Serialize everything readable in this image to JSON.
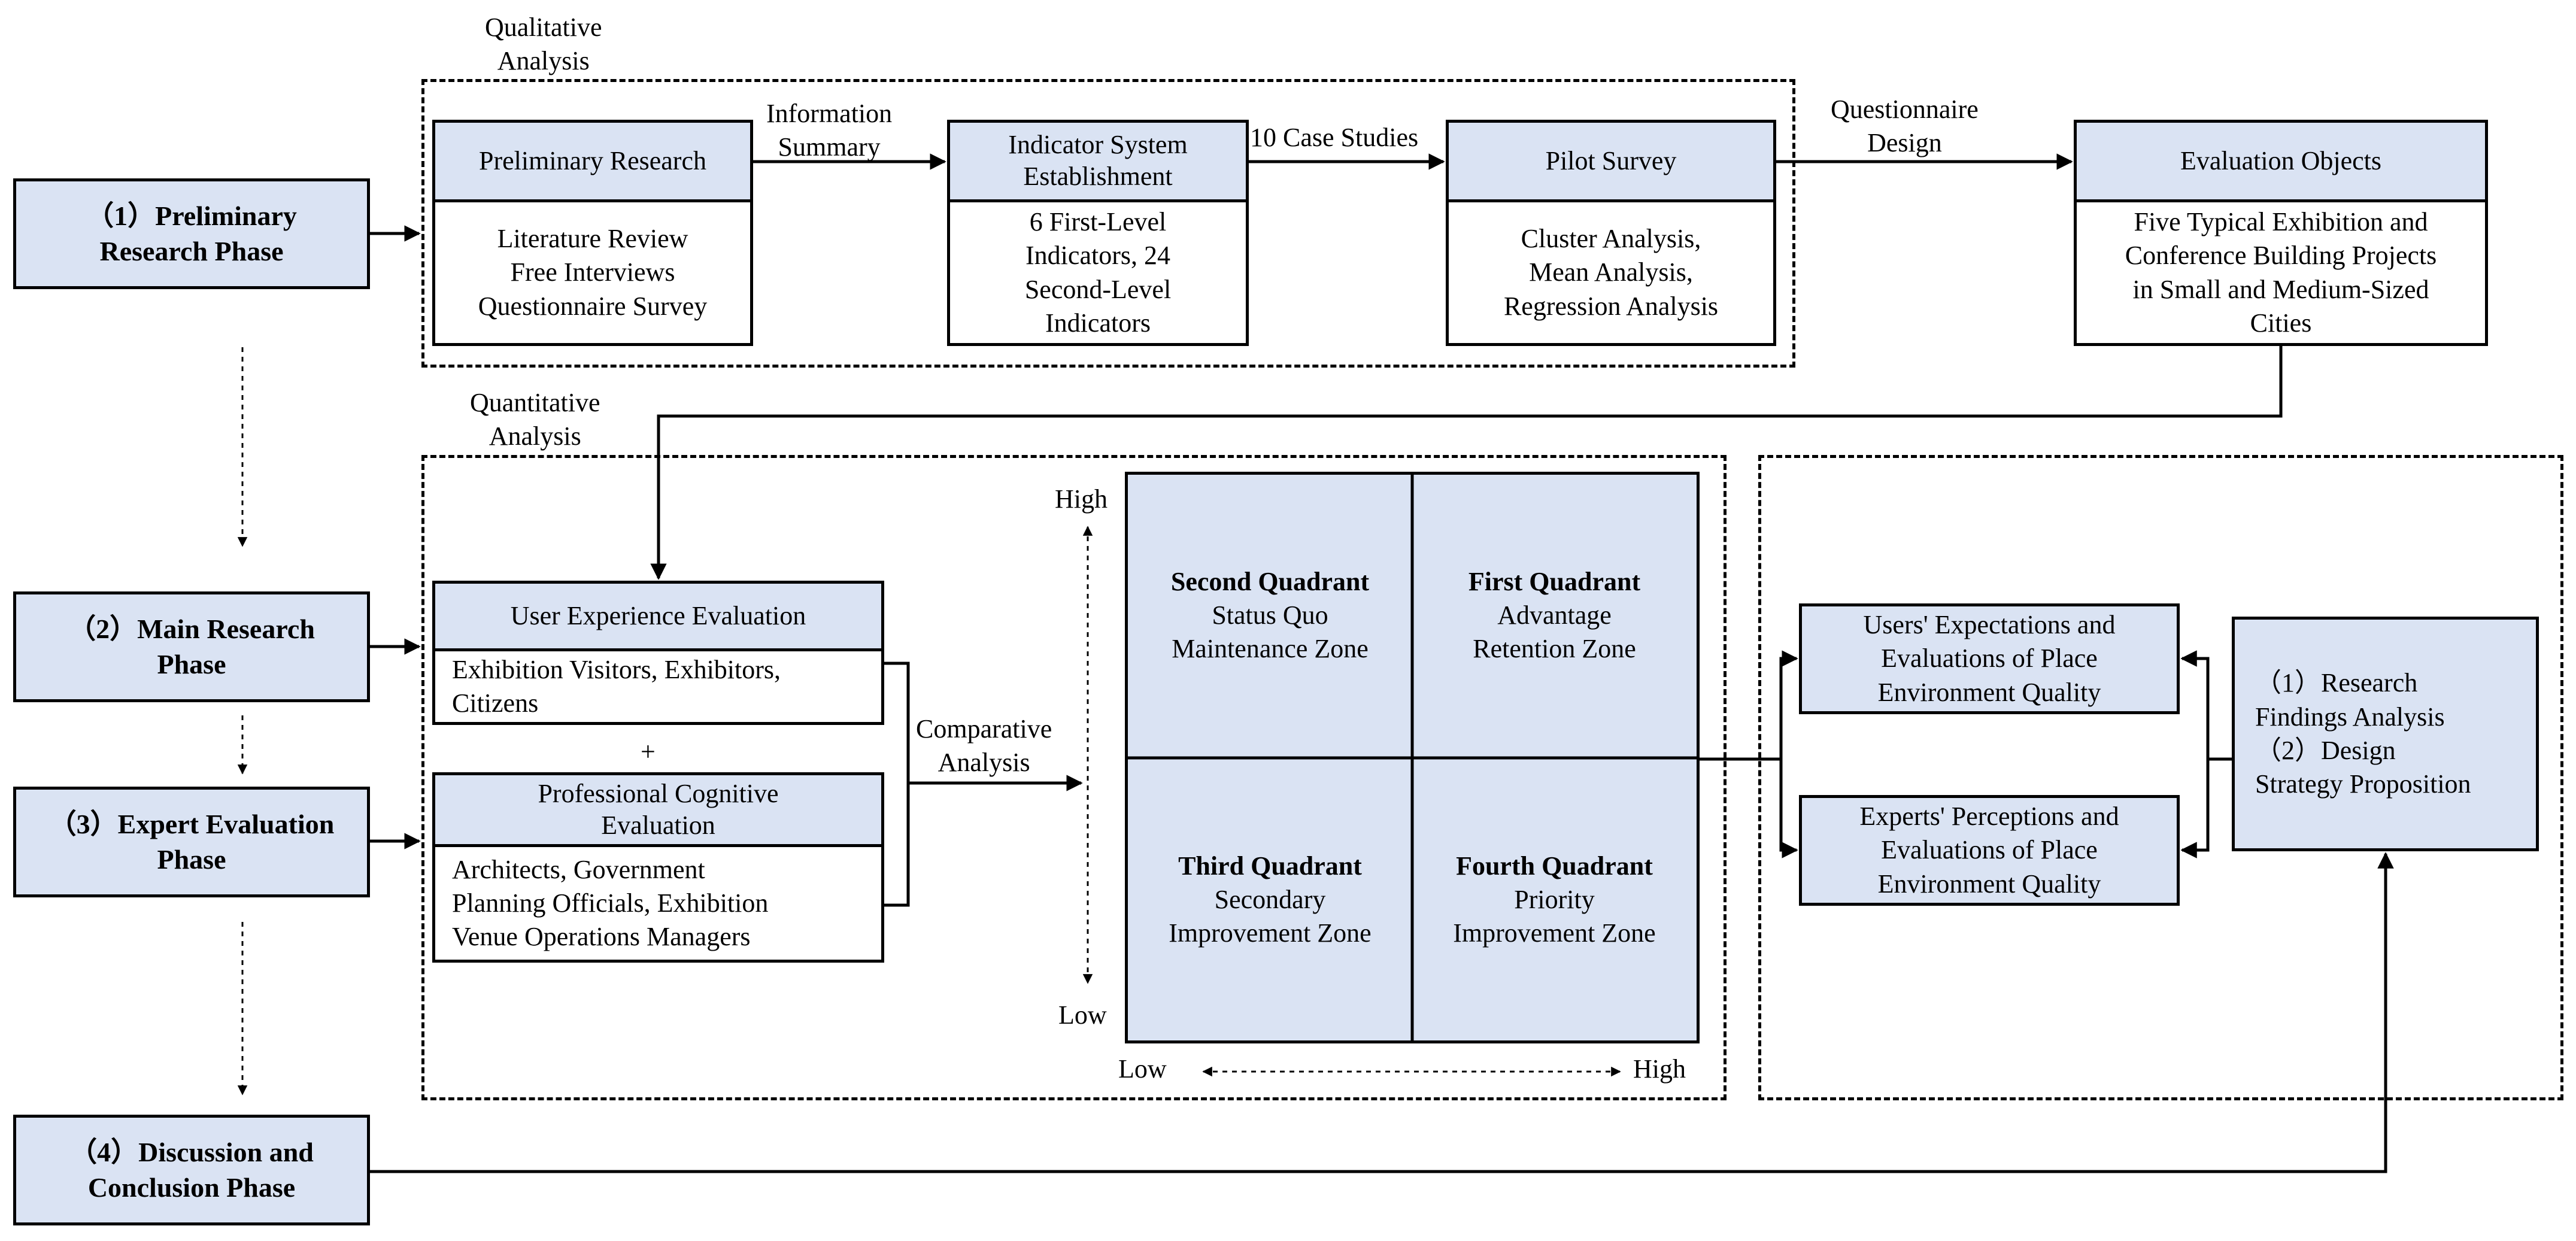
{
  "phases": {
    "p1": [
      "（1）Preliminary",
      "Research Phase"
    ],
    "p2": [
      "（2）Main Research",
      "Phase"
    ],
    "p3": [
      "（3）Expert Evaluation",
      "Phase"
    ],
    "p4": [
      "（4）Discussion and",
      "Conclusion Phase"
    ]
  },
  "section_labels": {
    "qualitative": [
      "Qualitative",
      "Analysis"
    ],
    "quantitative": [
      "Quantitative",
      "Analysis"
    ]
  },
  "top_row": {
    "preliminary": {
      "title": "Preliminary Research",
      "items": [
        "Literature Review",
        "Free Interviews",
        "Questionnaire Survey"
      ]
    },
    "indicator": {
      "title": [
        "Indicator System",
        "Establishment"
      ],
      "items": [
        "6 First-Level",
        "Indicators, 24",
        "Second-Level",
        "Indicators"
      ]
    },
    "pilot": {
      "title": "Pilot Survey",
      "items": [
        "Cluster Analysis,",
        "Mean Analysis,",
        "Regression Analysis"
      ]
    },
    "objects": {
      "title": "Evaluation Objects",
      "items": [
        "Five Typical Exhibition and",
        "Conference Building Projects",
        "in Small and Medium-Sized",
        "Cities"
      ]
    }
  },
  "arrow_labels": {
    "info_summary": [
      "Information",
      "Summary"
    ],
    "case_studies": "10 Case Studies",
    "questionnaire": [
      "Questionnaire",
      "Design"
    ],
    "comparative": [
      "Comparative",
      "Analysis"
    ]
  },
  "evaluation": {
    "user": {
      "title": "User Experience Evaluation",
      "items": [
        "Exhibition Visitors, Exhibitors,",
        "Citizens"
      ]
    },
    "plus": "+",
    "professional": {
      "title": [
        "Professional Cognitive",
        "Evaluation"
      ],
      "items": [
        "Architects, Government",
        "Planning Officials, Exhibition",
        "Venue Operations Managers"
      ]
    }
  },
  "quadrants": {
    "second": {
      "title": "Second Quadrant",
      "lines": [
        "Status Quo",
        "Maintenance Zone"
      ]
    },
    "first": {
      "title": "First Quadrant",
      "lines": [
        "Advantage",
        "Retention Zone"
      ]
    },
    "third": {
      "title": "Third Quadrant",
      "lines": [
        "Secondary",
        "Improvement Zone"
      ]
    },
    "fourth": {
      "title": "Fourth Quadrant",
      "lines": [
        "Priority",
        "Improvement Zone"
      ]
    }
  },
  "axis": {
    "y_high": "High",
    "y_low": "Low",
    "x_low": "Low",
    "x_high": "High"
  },
  "results": {
    "users": [
      "Users' Expectations and",
      "Evaluations of Place",
      "Environment Quality"
    ],
    "experts": [
      "Experts' Perceptions and",
      "Evaluations of Place",
      "Environment Quality"
    ],
    "findings": [
      "（1）Research",
      "Findings Analysis",
      "（2）Design",
      "Strategy Proposition"
    ]
  },
  "colors": {
    "fill": "#dae3f3",
    "stroke": "#000000"
  }
}
